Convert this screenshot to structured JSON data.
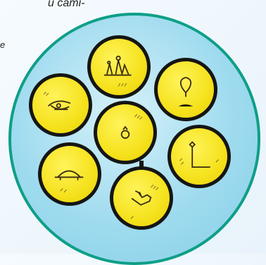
{
  "page": {
    "text_fragment_top": "u cami-",
    "text_fragment_mid": "e"
  },
  "figure": {
    "discs": [
      {
        "name": "top",
        "icon": "seated-figures-hieroglyph-icon"
      },
      {
        "name": "upper-right",
        "icon": "loop-hieroglyph-icon"
      },
      {
        "name": "upper-left",
        "icon": "eye-hieroglyph-icon"
      },
      {
        "name": "center",
        "icon": "ring-hieroglyph-icon"
      },
      {
        "name": "right",
        "icon": "corner-staff-hieroglyph-icon"
      },
      {
        "name": "lower-left",
        "icon": "arch-hieroglyph-icon"
      },
      {
        "name": "bottom",
        "icon": "hand-hieroglyph-icon"
      }
    ]
  },
  "colors": {
    "disc_fill": "#f5e21d",
    "disc_border": "#151515",
    "outer_ring": "#0e9f87",
    "outer_fill": "#9fdbef"
  }
}
